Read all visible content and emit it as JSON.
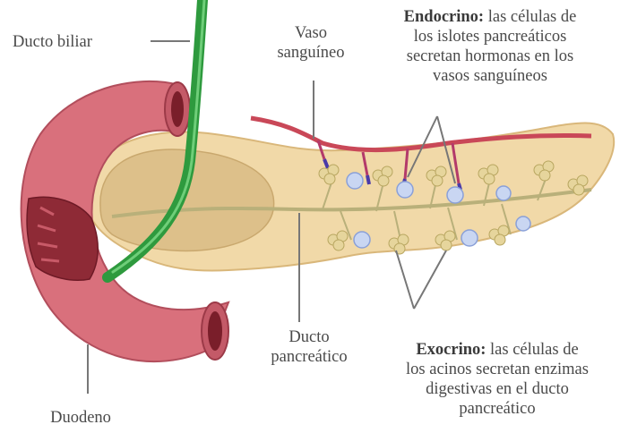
{
  "labels": {
    "bile_duct": "Ducto biliar",
    "blood_vessel_line1": "Vaso",
    "blood_vessel_line2": "sanguíneo",
    "endocrine_title": "Endocrino:",
    "endocrine_line1_rest": "las células de",
    "endocrine_line2": "los islotes pancreáticos",
    "endocrine_line3": "secretan hormonas en los",
    "endocrine_line4": "vasos sanguíneos",
    "pancreatic_duct_line1": "Ducto",
    "pancreatic_duct_line2": "pancreático",
    "exocrine_title": "Exocrino:",
    "exocrine_line1_rest": "las células de",
    "exocrine_line2": "los acinos secretan enzimas",
    "exocrine_line3": "digestivas en el ducto",
    "exocrine_line4": "pancreático",
    "duodenum": "Duodeno"
  },
  "colors": {
    "pancreas_fill": "#f1d9a8",
    "pancreas_edge": "#d9b77a",
    "duodenum_fill": "#d9707c",
    "duodenum_inner": "#8e2a36",
    "bile_duct": "#2e9a3e",
    "vessel": "#c94858",
    "islet": "#c9d6f2",
    "acini": "#e6d59c",
    "leader_line": "#777777"
  }
}
